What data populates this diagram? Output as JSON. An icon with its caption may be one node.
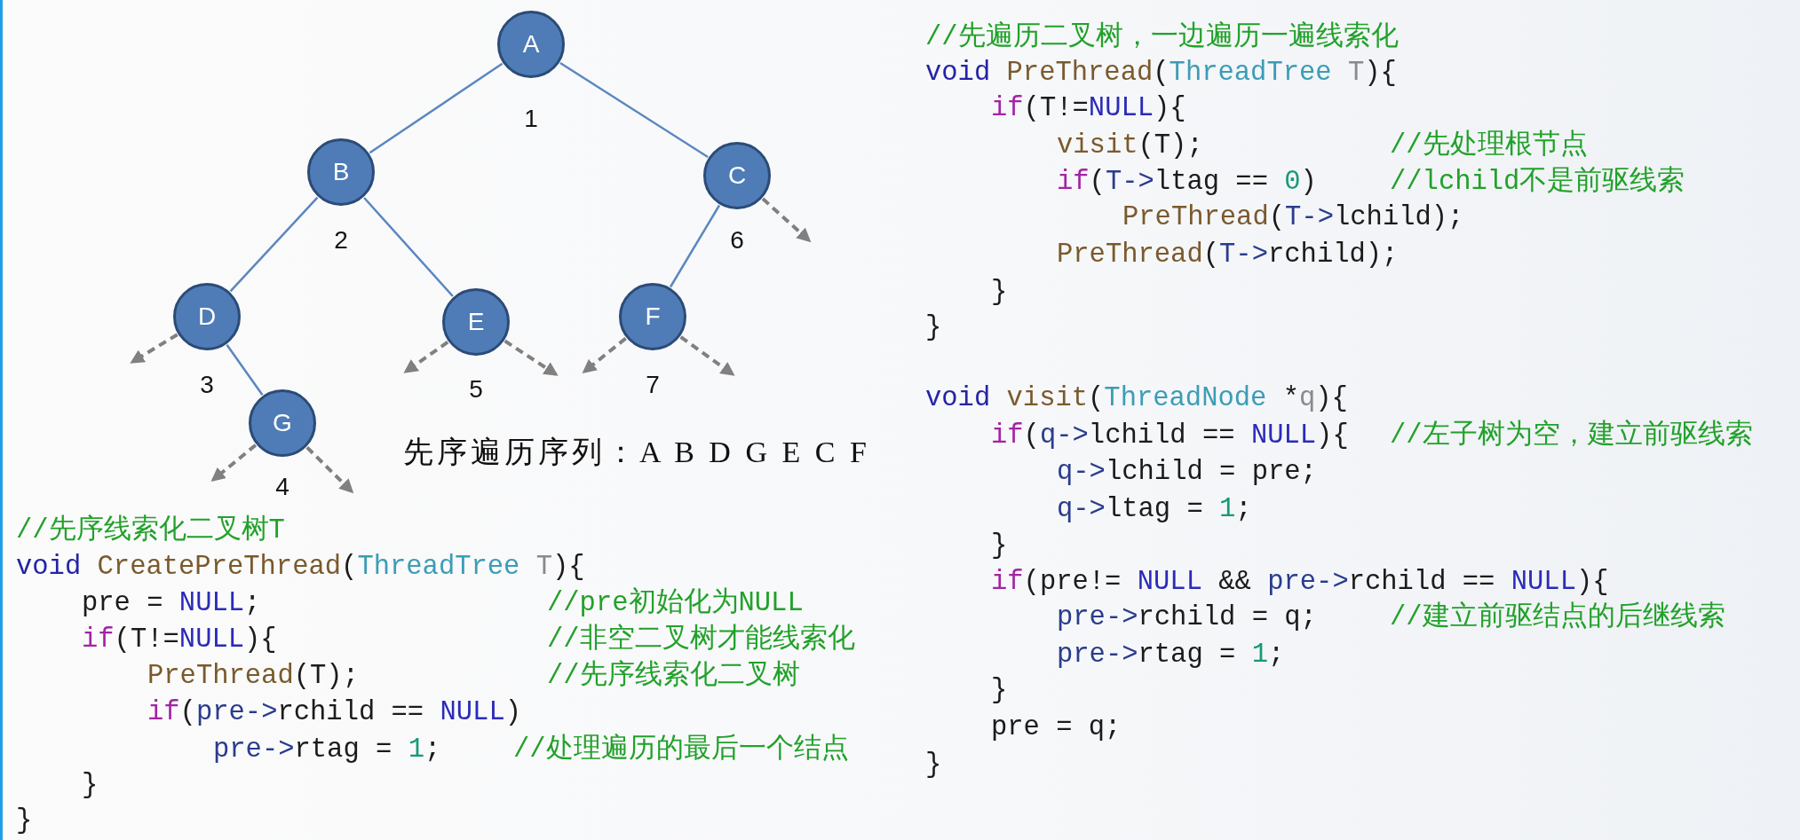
{
  "diagram": {
    "nodes": [
      {
        "text": [
          "A"
        ],
        "beside": [
          "1"
        ]
      },
      {
        "text": [
          "B"
        ],
        "beside": [
          "2"
        ]
      },
      {
        "text": [
          "C"
        ],
        "beside": [
          "6"
        ]
      },
      {
        "text": [
          "D"
        ],
        "beside": [
          "3"
        ]
      },
      {
        "text": [
          "E"
        ],
        "beside": [
          "5"
        ]
      },
      {
        "text": [
          "F"
        ],
        "beside": [
          "7"
        ]
      },
      {
        "text": [
          "G"
        ],
        "beside": [
          "4"
        ]
      }
    ],
    "edges": [
      {
        "from": 0,
        "to": 1,
        "arrow": "none",
        "color": "#5b86c0"
      },
      {
        "from": 0,
        "to": 2,
        "arrow": "none",
        "color": "#5b86c0"
      },
      {
        "from": 1,
        "to": 3,
        "arrow": "none",
        "color": "#5b86c0"
      },
      {
        "from": 1,
        "to": 4,
        "arrow": "none",
        "color": "#5b86c0"
      },
      {
        "from": 2,
        "to": 5,
        "arrow": "none",
        "color": "#5b86c0"
      },
      {
        "from": 3,
        "to": 6,
        "arrow": "none",
        "color": "#5b86c0"
      },
      {
        "from": 2,
        "to": null,
        "arrow": "to",
        "style": "dashed"
      },
      {
        "from": 3,
        "to": null,
        "arrow": "to",
        "style": "dashed"
      },
      {
        "from": 4,
        "to": null,
        "arrow": "to",
        "style": "dashed"
      },
      {
        "from": 4,
        "to": null,
        "arrow": "to",
        "style": "dashed"
      },
      {
        "from": 5,
        "to": null,
        "arrow": "to",
        "style": "dashed"
      },
      {
        "from": 5,
        "to": null,
        "arrow": "to",
        "style": "dashed"
      },
      {
        "from": 6,
        "to": null,
        "arrow": "to",
        "style": "dashed"
      },
      {
        "from": 6,
        "to": null,
        "arrow": "to",
        "style": "dashed"
      }
    ],
    "labels": [
      "先序遍历序列：A B D G E C F",
      "//先序线索化二叉树T",
      "void CreatePreThread(ThreadTree T){",
      "pre = NULL;",
      "//pre初始化为NULL",
      "if(T!=NULL){",
      "//非空二叉树才能线索化",
      "PreThread(T);",
      "//先序线索化二叉树",
      "if(pre->rchild == NULL)",
      "pre->rtag = 1;",
      "//处理遍历的最后一个结点",
      "}",
      "}",
      "//先遍历二叉树，一边遍历一遍线索化",
      "void PreThread(ThreadTree T){",
      "if(T!=NULL){",
      "visit(T);",
      "//先处理根节点",
      "if(T->ltag == 0)",
      "//lchild不是前驱线索",
      "PreThread(T->lchild);",
      "PreThread(T->rchild);",
      "}",
      "}",
      "void visit(ThreadNode *q){",
      "if(q->lchild == NULL){",
      "//左子树为空，建立前驱线索",
      "q->lchild = pre;",
      "q->ltag = 1;",
      "}",
      "if(pre!= NULL && pre->rchild == NULL){",
      "pre->rchild = q;",
      "//建立前驱结点的后继线索",
      "pre->rtag = 1;",
      "}",
      "pre = q;",
      "}"
    ]
  }
}
